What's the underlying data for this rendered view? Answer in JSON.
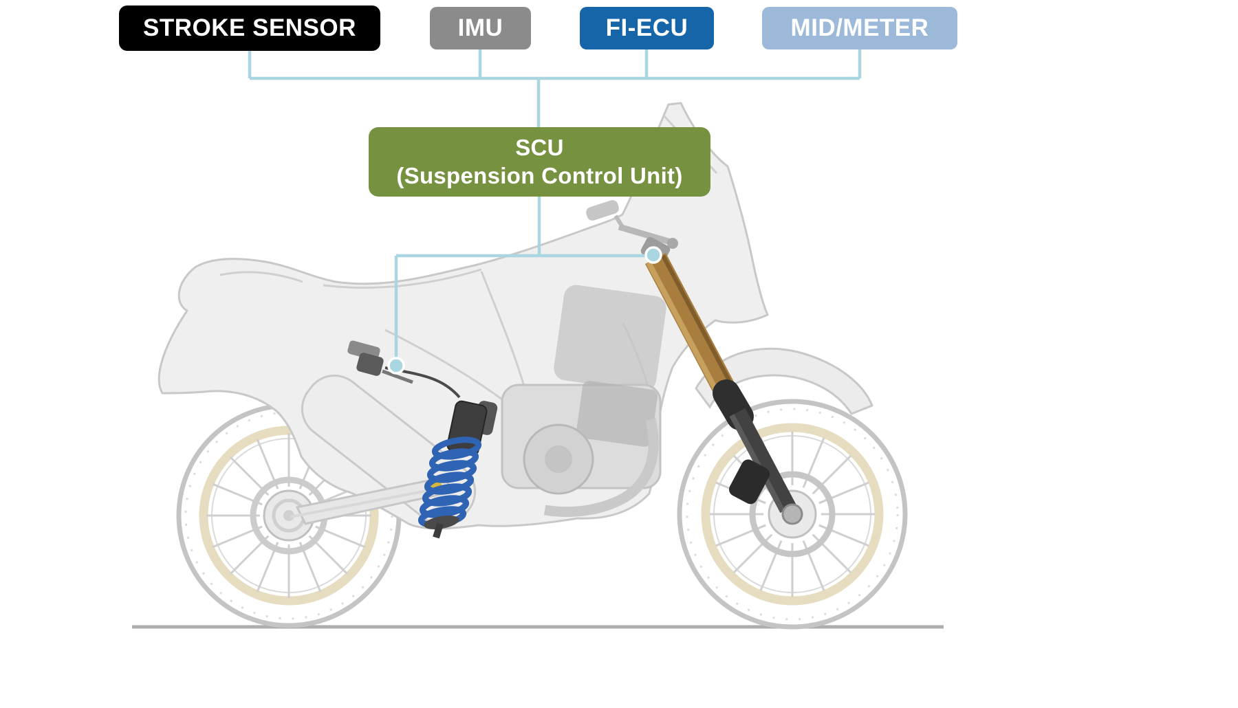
{
  "diagram": {
    "boxes": [
      {
        "id": "stroke-sensor",
        "label": "STROKE SENSOR",
        "bg": "#000000",
        "text_color": "#ffffff"
      },
      {
        "id": "imu",
        "label": "IMU",
        "bg": "#8b8b8b",
        "text_color": "#ffffff"
      },
      {
        "id": "fi-ecu",
        "label": "FI-ECU",
        "bg": "#1565a8",
        "text_color": "#ffffff"
      },
      {
        "id": "mid-meter",
        "label": "MID/METER",
        "bg": "#9db9da",
        "text_color": "#ffffff"
      }
    ],
    "scu": {
      "line1": "SCU",
      "line2": "(Suspension Control Unit)",
      "bg": "#76913f",
      "text_color": "#ffffff"
    },
    "connectors": {
      "line_color": "#a9d6e0",
      "dot_color": "#a9d6e0",
      "dot_border": "#ffffff"
    },
    "illustration": {
      "subject": "motorcycle-side-view-ghosted",
      "highlighted_parts": [
        {
          "name": "front-fork",
          "color": "#a87d3e"
        },
        {
          "name": "rear-shock-spring",
          "color": "#2f64b4"
        },
        {
          "name": "rear-stroke-sensor",
          "color": "#5a5a5a"
        }
      ],
      "ground_color": "#adadad"
    }
  }
}
